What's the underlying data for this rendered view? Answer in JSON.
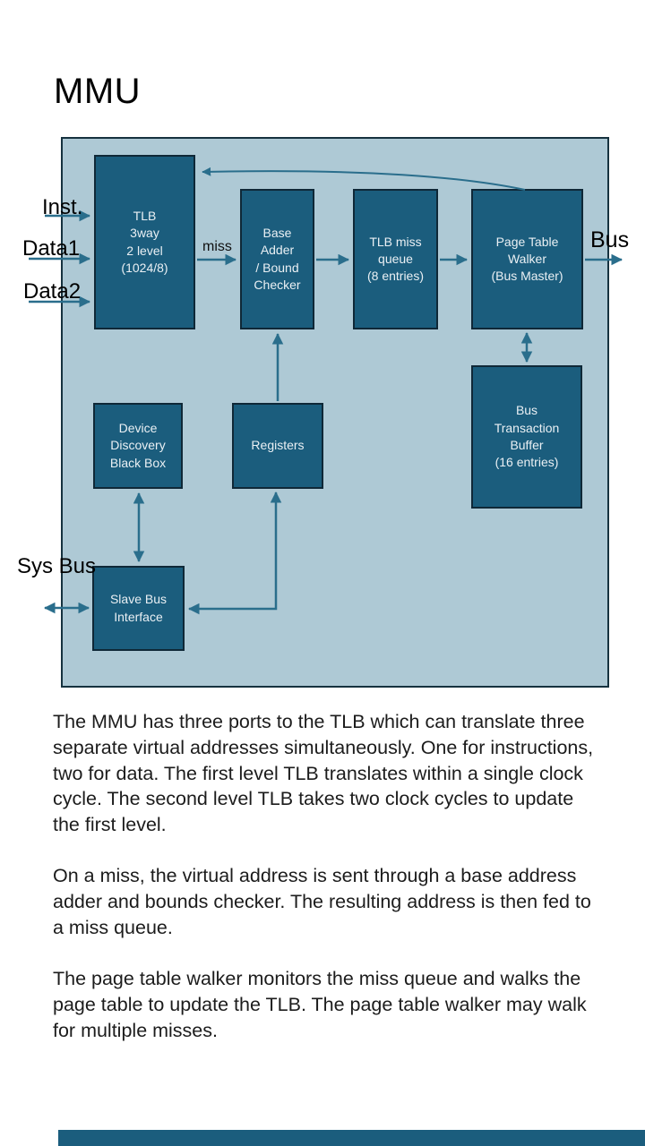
{
  "title": "MMU",
  "colors": {
    "container_fill": "#AEC9D5",
    "container_border": "#16323F",
    "box_fill": "#1B5D7D",
    "box_border": "#0F2837",
    "box_text": "#EAF0F4",
    "arrow": "#2A6E8C",
    "label_text": "#000000",
    "body_text": "#1C1C1C"
  },
  "diagram": {
    "boxes": {
      "tlb": {
        "label": "TLB\n3way\n2 level\n(1024/8)"
      },
      "base_adder": {
        "label": "Base\nAdder\n/ Bound\nChecker"
      },
      "miss_queue": {
        "label": "TLB miss\nqueue\n(8 entries)"
      },
      "page_table_walker": {
        "label": "Page Table\nWalker\n(Bus Master)"
      },
      "bus_transaction_buffer": {
        "label": "Bus\nTransaction\nBuffer\n(16 entries)"
      },
      "device_discovery": {
        "label": "Device\nDiscovery\nBlack Box"
      },
      "registers": {
        "label": "Registers"
      },
      "slave_bus_interface": {
        "label": "Slave Bus\nInterface"
      }
    },
    "labels": {
      "inst": "Inst.",
      "data1": "Data1",
      "data2": "Data2",
      "miss": "miss",
      "bus": "Bus",
      "sys_bus": "Sys Bus"
    }
  },
  "paragraphs": [
    "The MMU has three ports to the TLB which can translate three separate virtual addresses simultaneously. One for instructions, two for data. The first level TLB translates within a single clock cycle. The second level TLB takes two clock cycles to update the first level.",
    "On a miss, the virtual address is sent through a base address adder and bounds checker. The resulting address is then fed to a miss queue.",
    "The page table walker monitors the miss queue and walks the page table to update the TLB. The page table walker may walk for multiple misses."
  ]
}
